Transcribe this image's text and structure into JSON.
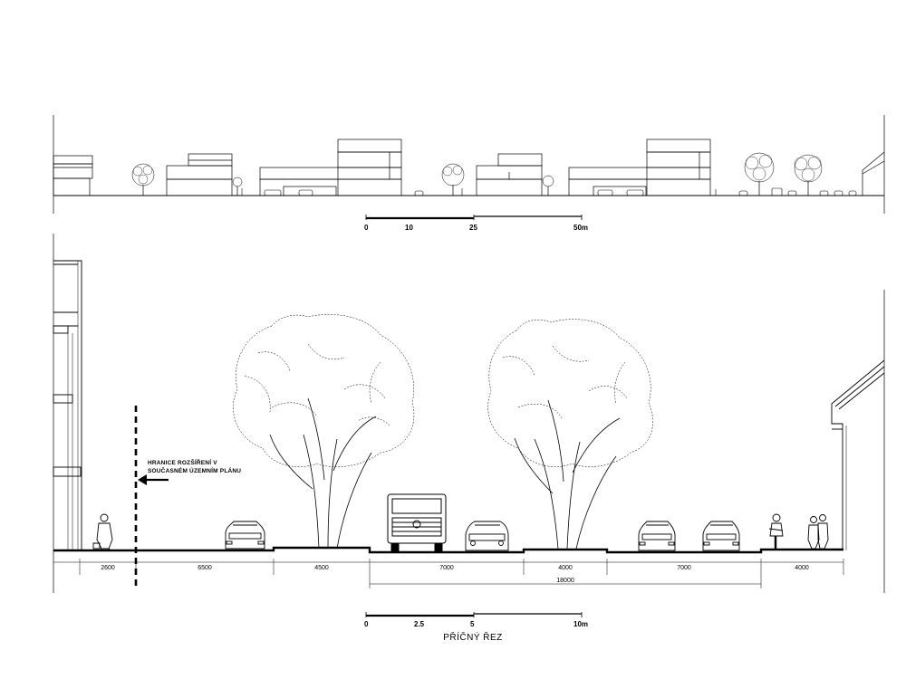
{
  "elevation_scale": {
    "labels": [
      "0",
      "10",
      "25",
      "50m"
    ]
  },
  "section_scale": {
    "labels": [
      "0",
      "2.5",
      "5",
      "10m"
    ]
  },
  "annotation": {
    "line1": "HRANICE ROZŠÍŘENÍ V",
    "line2": "SOUČASNÉM ÚZEMNÍM PLÁNU"
  },
  "dimensions": [
    "2600",
    "6500",
    "4500",
    "7000",
    "4000",
    "7000",
    "4000"
  ],
  "overall_dimension": "18000",
  "section_title": "PŘÍČNÝ ŘEZ"
}
